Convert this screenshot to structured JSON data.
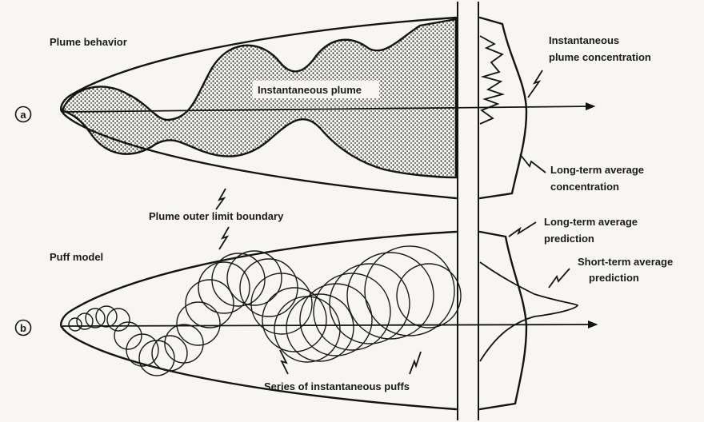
{
  "panel_a": {
    "title": "Plume behavior",
    "letter": "a",
    "instantaneous_plume": "Instantaneous plume",
    "inst_conc_line1": "Instantaneous",
    "inst_conc_line2": "plume concentration",
    "lt_avg_conc_line1": "Long-term average",
    "lt_avg_conc_line2": "concentration"
  },
  "shared": {
    "boundary_label": "Plume outer limit boundary"
  },
  "panel_b": {
    "title": "Puff model",
    "letter": "b",
    "lt_pred_line1": "Long-term average",
    "lt_pred_line2": "prediction",
    "st_pred_line1": "Short-term average",
    "st_pred_line2": "prediction",
    "puffs_label": "Series of instantaneous puffs"
  }
}
